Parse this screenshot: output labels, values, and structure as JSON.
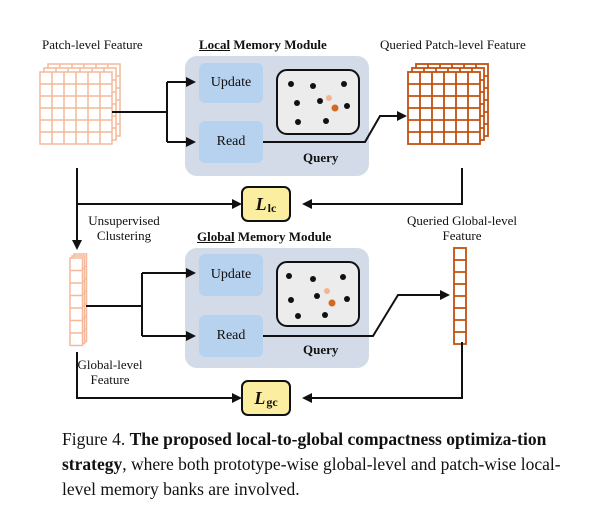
{
  "labels": {
    "patch_feature": "Patch-level Feature",
    "local_module_prefix": "Local",
    "local_module_suffix": " Memory Module",
    "queried_patch": "Queried Patch-level Feature",
    "update": "Update",
    "read": "Read",
    "query": "Query",
    "unsupervised_1": "Unsupervised",
    "unsupervised_2": "Clustering",
    "queried_global_1": "Queried Global-level",
    "queried_global_2": "Feature",
    "global_module_prefix": "Global",
    "global_module_suffix": " Memory Module",
    "global_feature_1": "Global-level",
    "global_feature_2": "Feature",
    "loss_local_symbol": "L",
    "loss_local_sub": "lc",
    "loss_global_symbol": "L",
    "loss_global_sub": "gc"
  },
  "caption": {
    "figure_label": "Figure 4.",
    "title": "The proposed local-to-global compactness optimiza-tion strategy",
    "body": ", where both prototype-wise global-level and patch-wise local-level memory banks are involved."
  },
  "colors": {
    "light_grid": "#f4b99a",
    "dark_grid": "#c2500f",
    "module_bg": "#d3dbe9",
    "button_bg": "#b7d2ee",
    "memory_box_bg": "#ececec",
    "loss_bg": "#fbeea0",
    "highlight_dot": "#d2691e",
    "faint_dot": "#f2b594"
  },
  "icons": [
    "memory-bank-dots-icon"
  ]
}
